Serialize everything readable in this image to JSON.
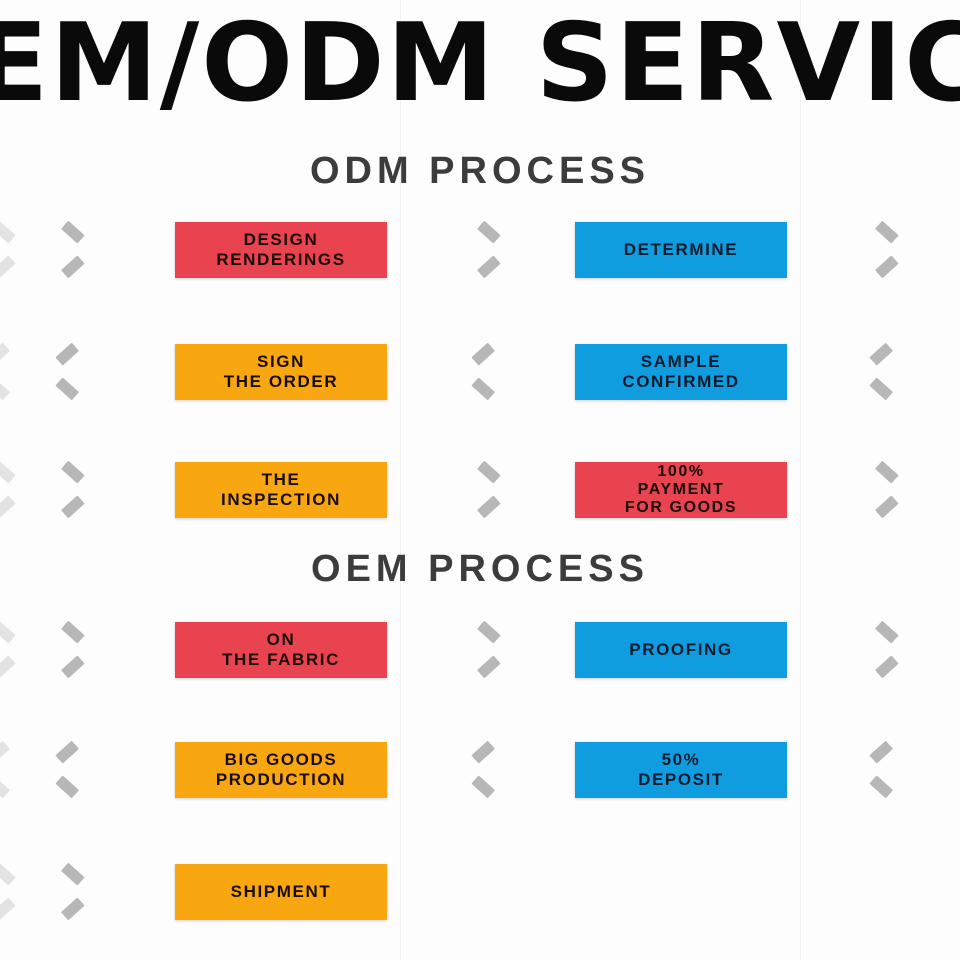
{
  "banner": {
    "title": "OEM/ODM SERVICE",
    "visible_text": "EM/ODM SERVIC",
    "text_color": "#0a0a0a"
  },
  "colors": {
    "red": "#e8434f",
    "blue": "#0f9ddf",
    "orange": "#f9a711",
    "chevron_gray": "#b4b4b4",
    "heading_gray": "#3c3c3c",
    "background": "#fdfdfd"
  },
  "sections": [
    {
      "heading": "ODM PROCESS",
      "rows": [
        {
          "direction": "right",
          "chevrons": [
            "chevron-right-icon",
            "chevron-right-icon",
            "chevron-right-icon"
          ],
          "boxes": [
            {
              "lines": [
                "DESIGN",
                "RENDERINGS"
              ],
              "color": "red"
            },
            {
              "lines": [
                "DETERMINE"
              ],
              "color": "blue"
            }
          ]
        },
        {
          "direction": "left",
          "chevrons": [
            "chevron-left-icon",
            "chevron-left-icon",
            "chevron-left-icon"
          ],
          "boxes": [
            {
              "lines": [
                "SIGN",
                "THE ORDER"
              ],
              "color": "orange"
            },
            {
              "lines": [
                "SAMPLE",
                "CONFIRMED"
              ],
              "color": "blue"
            }
          ]
        },
        {
          "direction": "right",
          "chevrons": [
            "chevron-right-icon",
            "chevron-right-icon",
            "chevron-right-icon"
          ],
          "boxes": [
            {
              "lines": [
                "THE",
                "INSPECTION"
              ],
              "color": "orange"
            },
            {
              "lines": [
                "100%",
                "PAYMENT",
                "FOR GOODS"
              ],
              "color": "red"
            }
          ]
        }
      ]
    },
    {
      "heading": "OEM PROCESS",
      "rows": [
        {
          "direction": "right",
          "chevrons": [
            "chevron-right-icon",
            "chevron-right-icon",
            "chevron-right-icon"
          ],
          "boxes": [
            {
              "lines": [
                "ON",
                "THE FABRIC"
              ],
              "color": "red"
            },
            {
              "lines": [
                "PROOFING"
              ],
              "color": "blue"
            }
          ]
        },
        {
          "direction": "left",
          "chevrons": [
            "chevron-left-icon",
            "chevron-left-icon",
            "chevron-left-icon"
          ],
          "boxes": [
            {
              "lines": [
                "BIG GOODS",
                "PRODUCTION"
              ],
              "color": "orange"
            },
            {
              "lines": [
                "50%",
                "DEPOSIT"
              ],
              "color": "blue"
            }
          ]
        },
        {
          "direction": "right",
          "chevrons": [
            "chevron-right-icon"
          ],
          "boxes": [
            {
              "lines": [
                "SHIPMENT"
              ],
              "color": "orange"
            }
          ]
        }
      ]
    }
  ],
  "row_tops": [
    210,
    332,
    450,
    610,
    730,
    852
  ]
}
